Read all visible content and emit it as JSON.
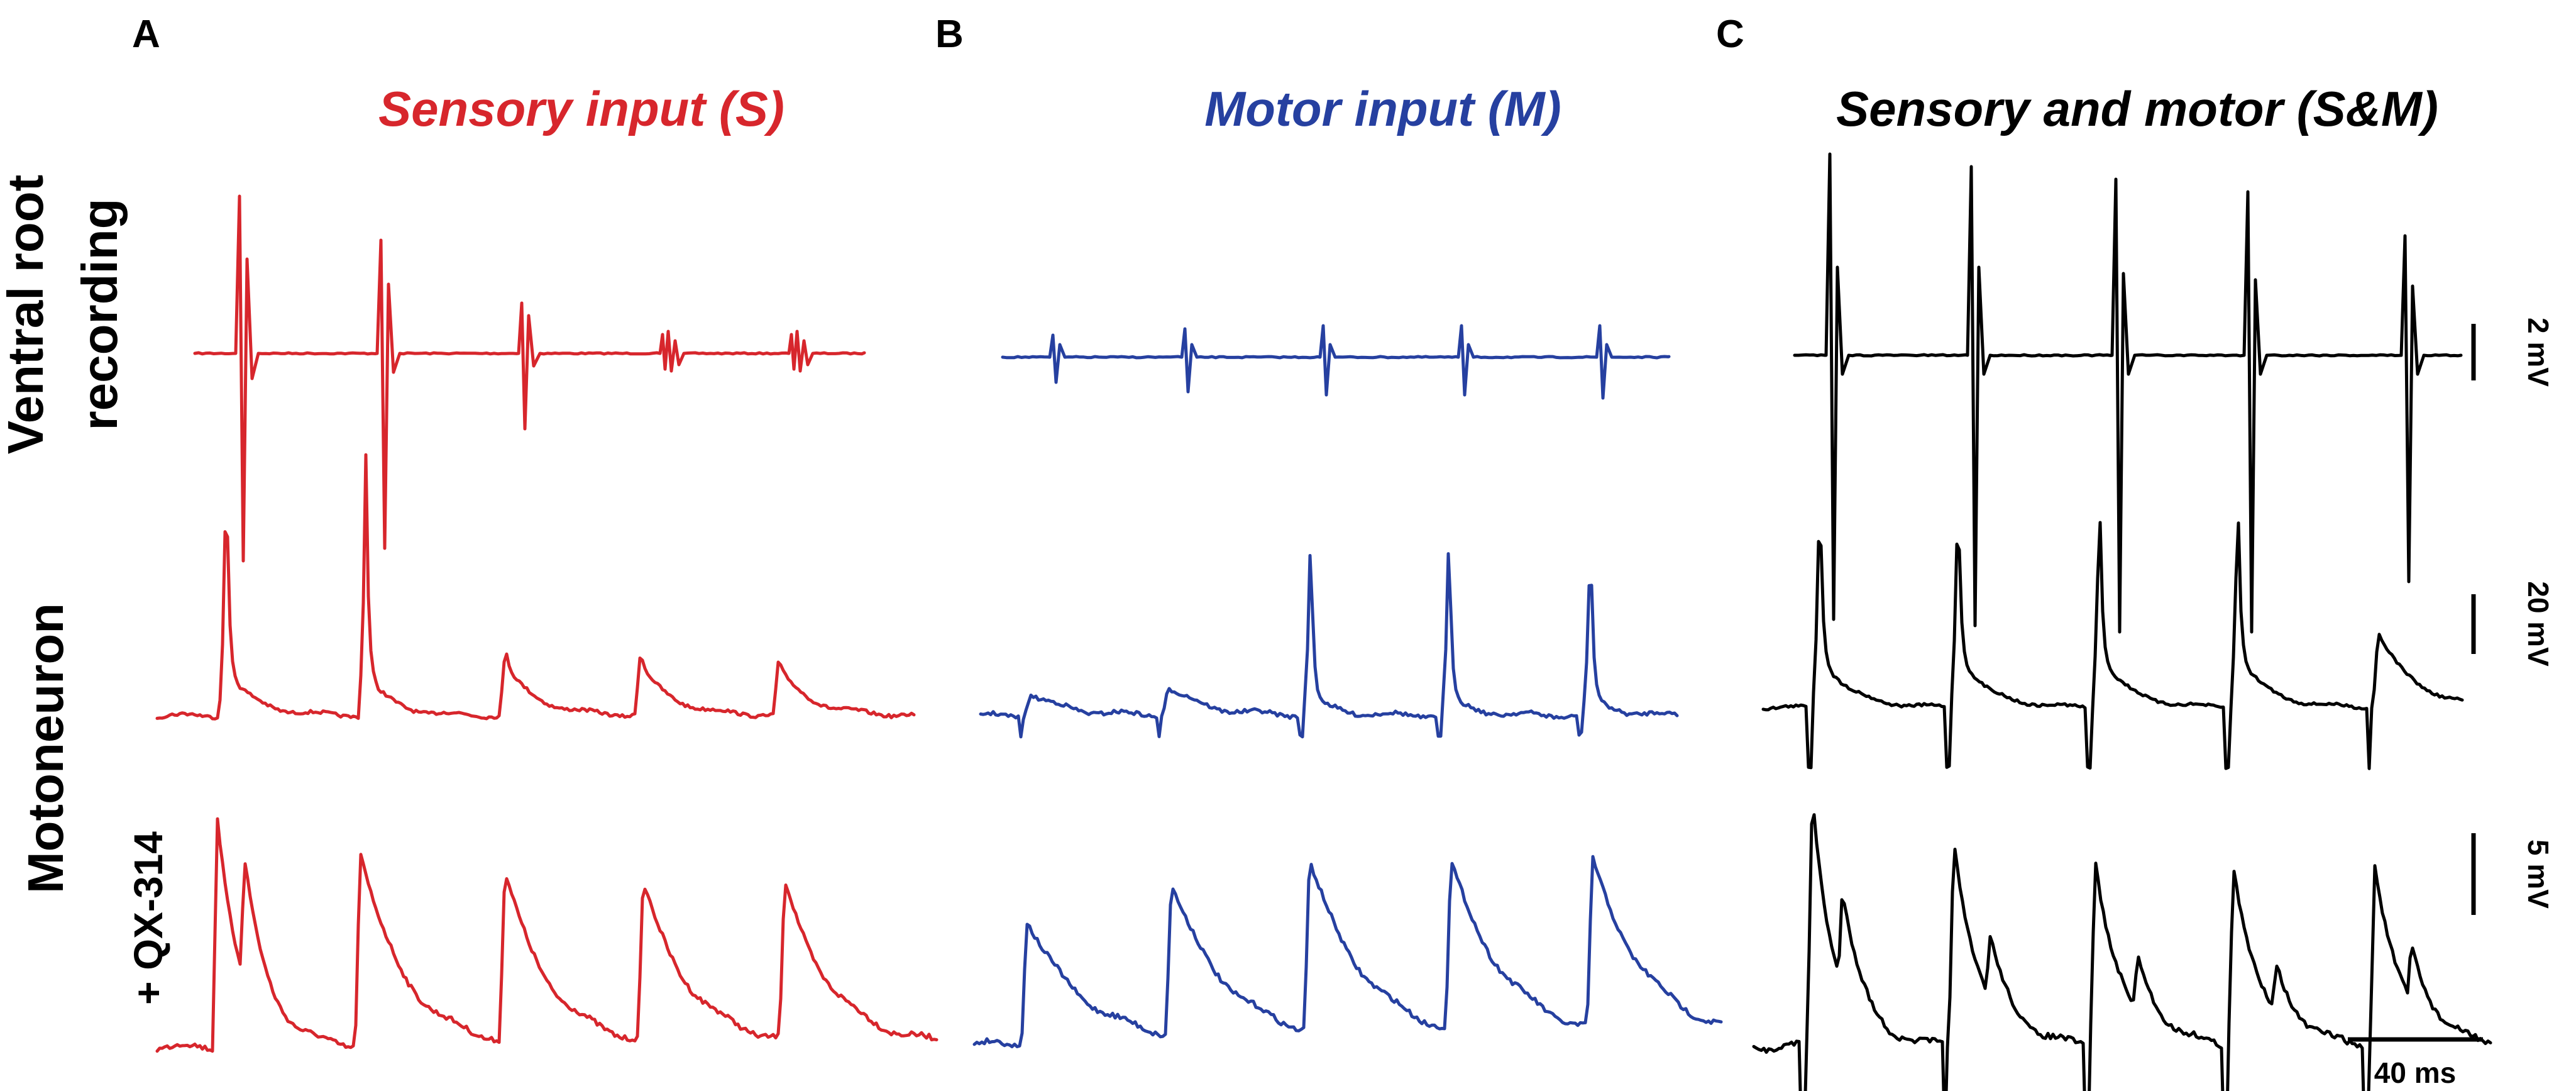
{
  "colors": {
    "sensory": "#d7262c",
    "motor": "#2640a0",
    "combined": "#000000"
  },
  "panels": [
    {
      "letter": "A",
      "title": "Sensory input (S)",
      "color": "#d7262c"
    },
    {
      "letter": "B",
      "title": "Motor input (M)",
      "color": "#2640a0"
    },
    {
      "letter": "C",
      "title": "Sensory and motor (S&M)",
      "color": "#000000"
    }
  ],
  "rows": {
    "vr_line1": "Ventral root",
    "vr_line2": "recording",
    "motoneuron": "Motoneuron",
    "drug": "+ QX-314"
  },
  "scalebars": {
    "vr": "2 mV",
    "mn": "20 mV",
    "qx": "5 mV",
    "time": "40 ms"
  }
}
